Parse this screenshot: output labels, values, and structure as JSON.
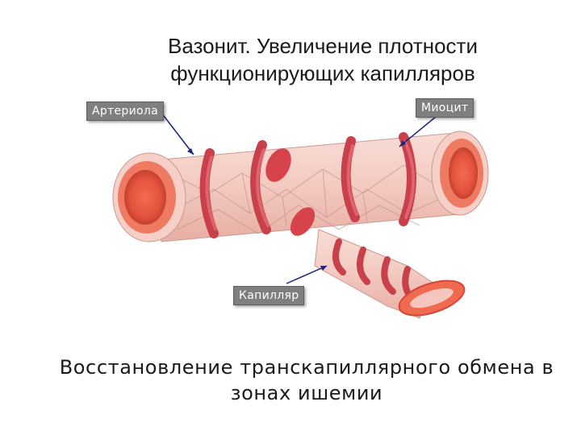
{
  "title": {
    "line1": "Вазонит. Увеличение плотности",
    "line2": "функционирующих капилляров"
  },
  "labels": {
    "arteriole": "Артериола",
    "myocyte": "Миоцит",
    "capillary": "Капилляр"
  },
  "caption": {
    "line1": "Восстановление  транскапиллярного  обмена  в",
    "line2": "зонах ишемии"
  },
  "colors": {
    "vessel_wall": "#f3c9c0",
    "myocyte_band": "#c8404a",
    "lumen": "#e8553f",
    "label_bg": "#7f7f7f",
    "pointer": "#1a237e"
  }
}
